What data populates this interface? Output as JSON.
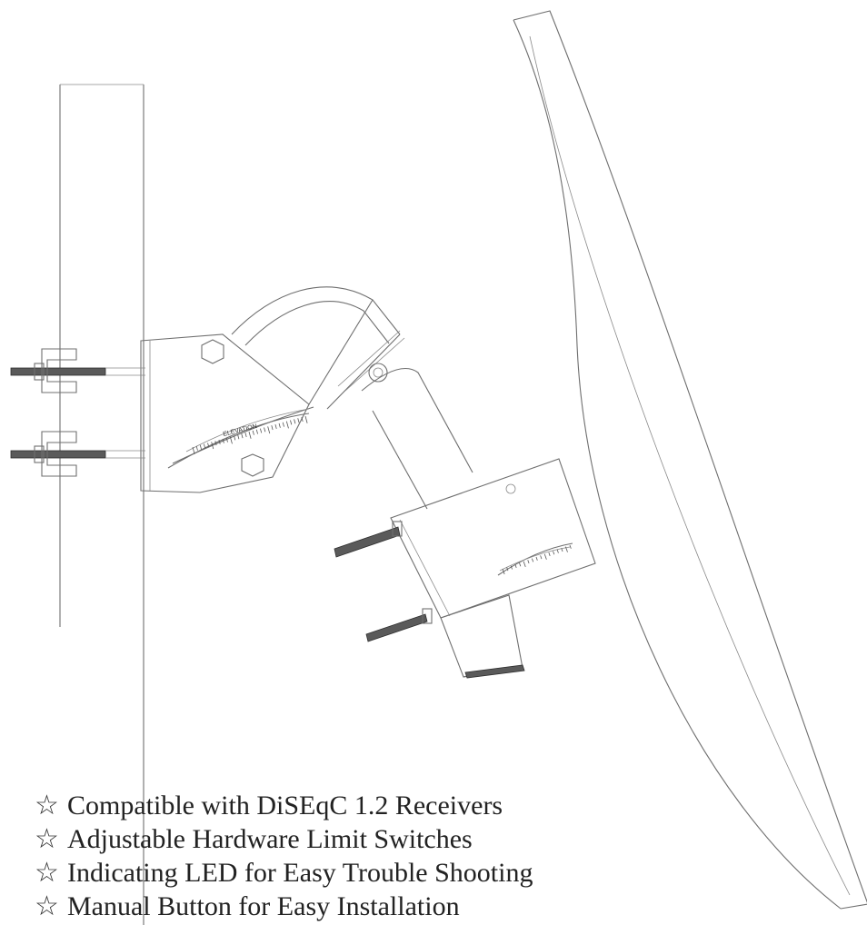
{
  "diagram": {
    "elevation_label": "ELEVATION"
  },
  "features": [
    {
      "bullet": "☆",
      "text": "Compatible with DiSEqC 1.2 Receivers"
    },
    {
      "bullet": "☆",
      "text": "Adjustable Hardware Limit Switches"
    },
    {
      "bullet": "☆",
      "text": "Indicating LED for Easy Trouble Shooting"
    },
    {
      "bullet": "☆",
      "text": "Manual Button for Easy Installation"
    }
  ]
}
